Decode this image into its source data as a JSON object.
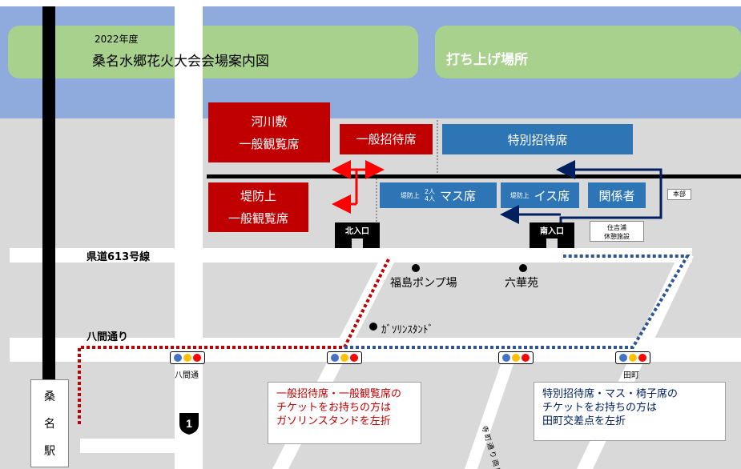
{
  "title": {
    "year": "2022年度",
    "main": "桑名水郷花火大会会場案内図"
  },
  "launch_site": "打ち上げ場所",
  "seating": {
    "riverbed_general": "河川敷\n一般観覧席",
    "embankment_general": "堤防上\n一般観覧席",
    "general_invite": "一般招待席",
    "special_invite": "特別招待席",
    "masu": {
      "prefix": "堤防上",
      "capacity_top": "2人",
      "capacity_bottom": "4人",
      "label": "マス席"
    },
    "isu": {
      "prefix": "堤防上",
      "label": "イス席"
    },
    "staff": "関係者"
  },
  "gates": {
    "north": "北入口",
    "south": "南入口"
  },
  "facilities": {
    "hq": "本部",
    "rest": "住吉浦\n休憩施設"
  },
  "roads": {
    "prefectural": "県道613号線",
    "hachikendori": "八間通り",
    "shopping_street": "寺町通り商店街"
  },
  "landmarks": {
    "fukushima": "福島ポンプ場",
    "rokkaen": "六華苑",
    "gas_station": "ｶﾞｿﾘﾝｽﾀﾝﾄﾞ"
  },
  "intersections": {
    "hachikendori": "八間通",
    "tamachi": "田町"
  },
  "station": {
    "chars": [
      "桑",
      "名",
      "駅"
    ]
  },
  "route_marker": "1",
  "notes": {
    "red": "一般招待席・一般観覧席の\nチケットをお持ちの方は\nガソリンスタンドを左折",
    "blue": "特別招待席・マス・椅子席の\nチケットをお持ちの方は\n田町交差点を左折"
  },
  "colors": {
    "river": "#8faadc",
    "green_area": "#a9d18e",
    "ground": "#d9d9d9",
    "red_seat": "#c00000",
    "blue_seat": "#2e75b6",
    "red_route": "#c00000",
    "blue_route": "#2f5597",
    "signal_blue": "#4472c4",
    "signal_yellow": "#ffc000",
    "signal_red": "#ff0000"
  }
}
